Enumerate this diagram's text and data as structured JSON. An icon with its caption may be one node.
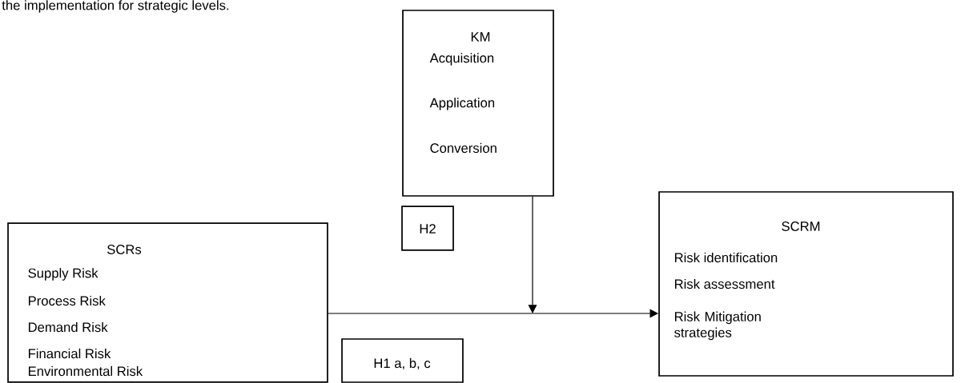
{
  "diagram": {
    "nodes": [
      {
        "text": [
          "KM",
          "Acquisition",
          "Application",
          "Conversion"
        ]
      },
      {
        "text": [
          "H2"
        ]
      },
      {
        "text": [
          "SCRs",
          "Supply Risk",
          "Process Risk",
          "Demand Risk",
          "Financial Risk",
          "Environmental Risk"
        ]
      },
      {
        "text": [
          "SCRM",
          "Risk identification",
          "Risk assessment",
          "Risk Mitigation strategies"
        ]
      },
      {
        "text": [
          "H1 a, b, c"
        ]
      }
    ],
    "edges": [
      {
        "from": 2,
        "to": 3,
        "arrow": "to"
      },
      {
        "from": 0,
        "to": null,
        "arrow": "to"
      }
    ],
    "labels": [
      "the implementation for strategic levels."
    ]
  }
}
